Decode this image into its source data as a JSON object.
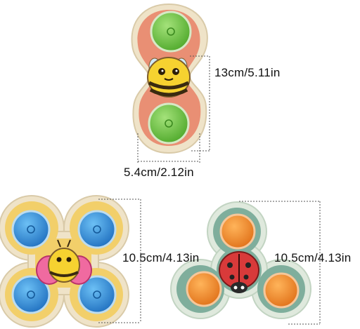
{
  "products": [
    {
      "name": "bee-spinner-two-arm",
      "dimension_labels": [
        "13cm/5.11in",
        "5.4cm/2.12in"
      ]
    },
    {
      "name": "bee-spinner-four-arm",
      "dimension_labels": [
        "10.5cm/4.13in"
      ]
    },
    {
      "name": "ladybug-spinner-three-arm",
      "dimension_labels": [
        "10.5cm/4.13in"
      ]
    }
  ],
  "colors": {
    "cream_rim": "#efe3c8",
    "salmon_body": "#e98f74",
    "green_button": "#6ec23c",
    "yellow_body": "#f2cf6a",
    "blue_button": "#2f8fd8",
    "sage_body": "#7fae9c",
    "orange_button": "#f28c2e",
    "ladybug_red": "#d83a3a"
  }
}
